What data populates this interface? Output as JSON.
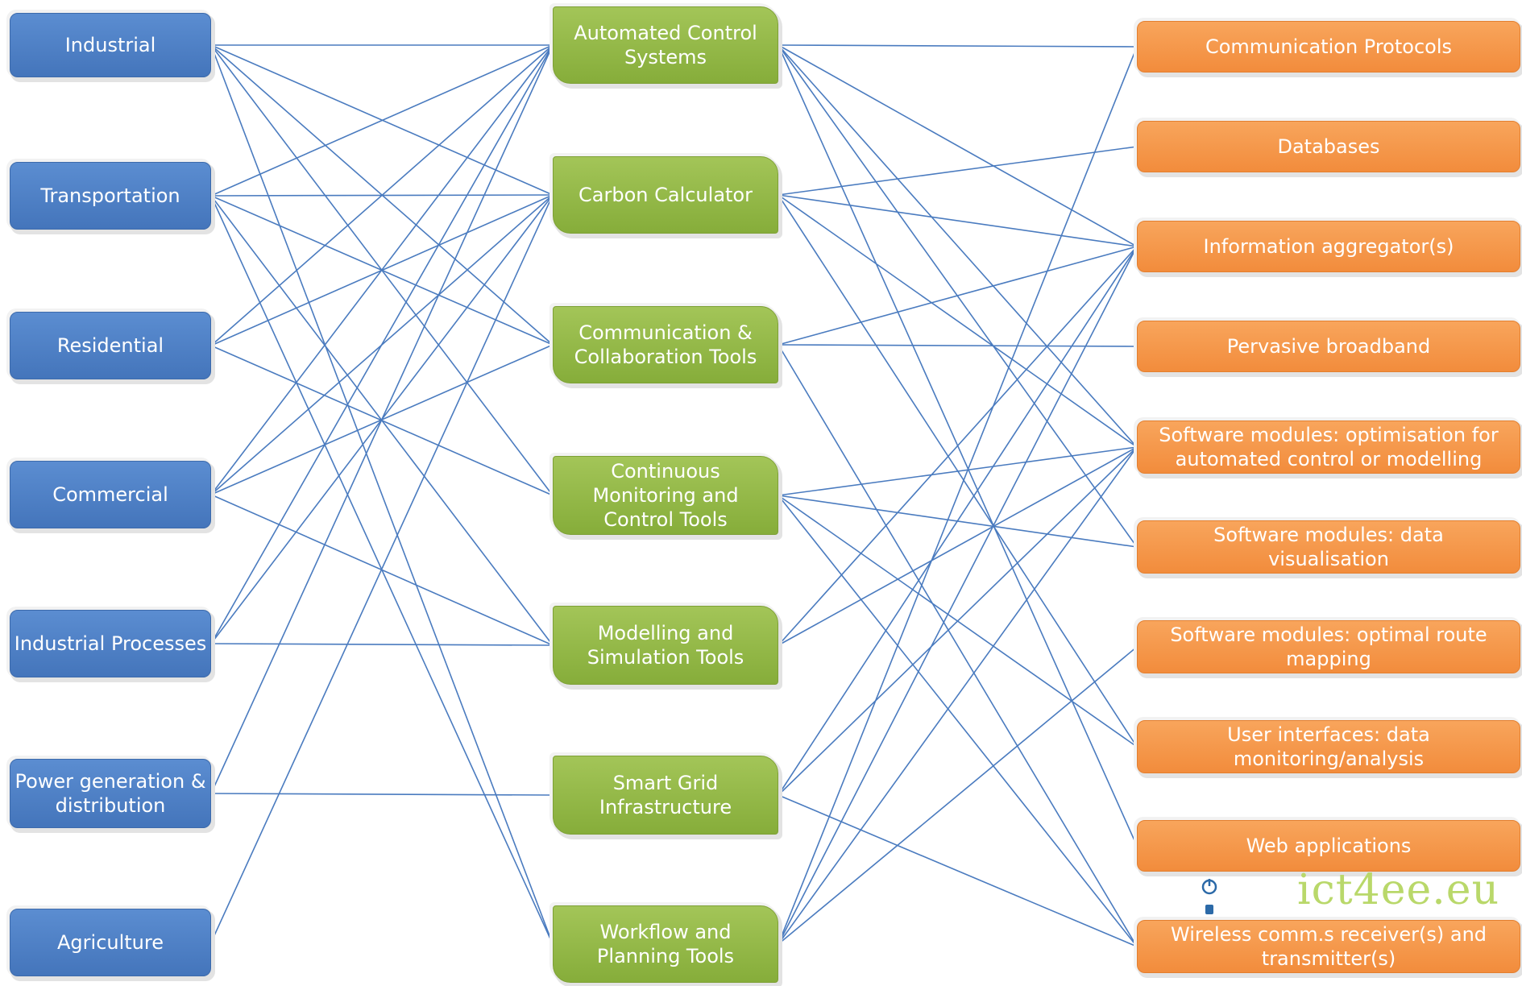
{
  "sectors": [
    {
      "id": "s0",
      "label": "Industrial"
    },
    {
      "id": "s1",
      "label": "Transportation"
    },
    {
      "id": "s2",
      "label": "Residential"
    },
    {
      "id": "s3",
      "label": "Commercial"
    },
    {
      "id": "s4",
      "label": "Industrial Processes"
    },
    {
      "id": "s5",
      "label": "Power generation &\ndistribution"
    },
    {
      "id": "s6",
      "label": "Agriculture"
    }
  ],
  "tools": [
    {
      "id": "t0",
      "label": "Automated Control\nSystems"
    },
    {
      "id": "t1",
      "label": "Carbon Calculator"
    },
    {
      "id": "t2",
      "label": "Communication &\nCollaboration Tools"
    },
    {
      "id": "t3",
      "label": "Continuous\nMonitoring and\nControl Tools"
    },
    {
      "id": "t4",
      "label": "Modelling and\nSimulation Tools"
    },
    {
      "id": "t5",
      "label": "Smart Grid\nInfrastructure"
    },
    {
      "id": "t6",
      "label": "Workflow and\nPlanning Tools"
    }
  ],
  "technologies": [
    {
      "id": "r0",
      "label": "Communication Protocols"
    },
    {
      "id": "r1",
      "label": "Databases"
    },
    {
      "id": "r2",
      "label": "Information aggregator(s)"
    },
    {
      "id": "r3",
      "label": "Pervasive broadband"
    },
    {
      "id": "r4",
      "label": "Software modules: optimisation for\nautomated control  or modelling"
    },
    {
      "id": "r5",
      "label": "Software modules: data\nvisualisation"
    },
    {
      "id": "r6",
      "label": "Software modules: optimal route\nmapping"
    },
    {
      "id": "r7",
      "label": "User interfaces: data\nmonitoring/analysis"
    },
    {
      "id": "r8",
      "label": "Web applications"
    },
    {
      "id": "r9",
      "label": "Wireless comm.s receiver(s) and\ntransmitter(s)"
    }
  ],
  "links_left": [
    [
      "s0",
      "t0"
    ],
    [
      "s0",
      "t1"
    ],
    [
      "s0",
      "t2"
    ],
    [
      "s0",
      "t3"
    ],
    [
      "s0",
      "t6"
    ],
    [
      "s1",
      "t0"
    ],
    [
      "s1",
      "t1"
    ],
    [
      "s1",
      "t2"
    ],
    [
      "s1",
      "t4"
    ],
    [
      "s1",
      "t6"
    ],
    [
      "s2",
      "t0"
    ],
    [
      "s2",
      "t1"
    ],
    [
      "s2",
      "t3"
    ],
    [
      "s3",
      "t0"
    ],
    [
      "s3",
      "t1"
    ],
    [
      "s3",
      "t2"
    ],
    [
      "s3",
      "t4"
    ],
    [
      "s4",
      "t0"
    ],
    [
      "s4",
      "t1"
    ],
    [
      "s4",
      "t4"
    ],
    [
      "s5",
      "t0"
    ],
    [
      "s5",
      "t5"
    ],
    [
      "s6",
      "t1"
    ]
  ],
  "links_right": [
    [
      "t0",
      "r0"
    ],
    [
      "t0",
      "r2"
    ],
    [
      "t0",
      "r4"
    ],
    [
      "t0",
      "r5"
    ],
    [
      "t0",
      "r8"
    ],
    [
      "t1",
      "r1"
    ],
    [
      "t1",
      "r2"
    ],
    [
      "t1",
      "r4"
    ],
    [
      "t1",
      "r7"
    ],
    [
      "t2",
      "r2"
    ],
    [
      "t2",
      "r3"
    ],
    [
      "t2",
      "r9"
    ],
    [
      "t3",
      "r4"
    ],
    [
      "t3",
      "r5"
    ],
    [
      "t3",
      "r7"
    ],
    [
      "t3",
      "r9"
    ],
    [
      "t4",
      "r2"
    ],
    [
      "t4",
      "r4"
    ],
    [
      "t5",
      "r2"
    ],
    [
      "t5",
      "r4"
    ],
    [
      "t5",
      "r9"
    ],
    [
      "t6",
      "r0"
    ],
    [
      "t6",
      "r2"
    ],
    [
      "t6",
      "r4"
    ],
    [
      "t6",
      "r6"
    ]
  ],
  "watermark": {
    "text": "ict4ee.eu"
  },
  "colors": {
    "line": "#4a7bbf",
    "sector": "#4f7fc4",
    "tool": "#92b848",
    "technology": "#f5963f"
  }
}
